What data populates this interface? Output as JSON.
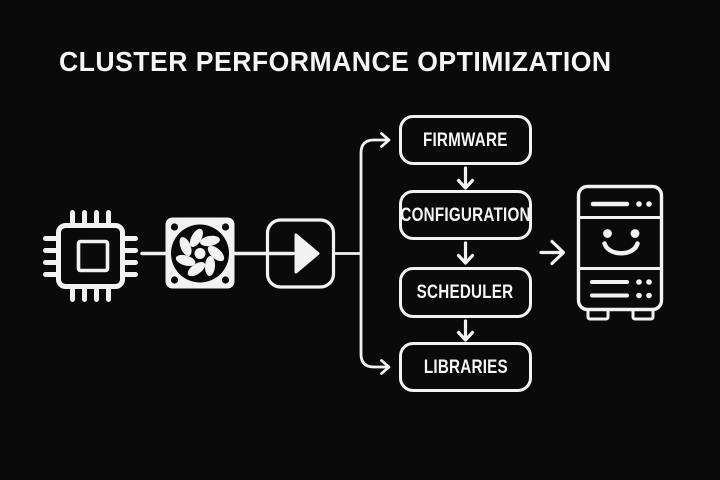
{
  "colors": {
    "background": "#0a0a0a",
    "line": "#f2f2f2",
    "text": "#f5f5f5"
  },
  "header": {
    "title": "CLUSTER PERFORMANCE OPTIMIZATION"
  },
  "flow": {
    "source_icons": [
      {
        "name": "cpu-chip-icon"
      },
      {
        "name": "cooling-fan-icon"
      },
      {
        "name": "play-run-icon"
      }
    ],
    "stages": [
      {
        "label": "FIRMWARE"
      },
      {
        "label": "CONFIGURATION"
      },
      {
        "label": "SCHEDULER"
      },
      {
        "label": "LIBRARIES"
      }
    ],
    "target": {
      "name": "server-tower-icon",
      "expression": "smiley-face"
    }
  }
}
